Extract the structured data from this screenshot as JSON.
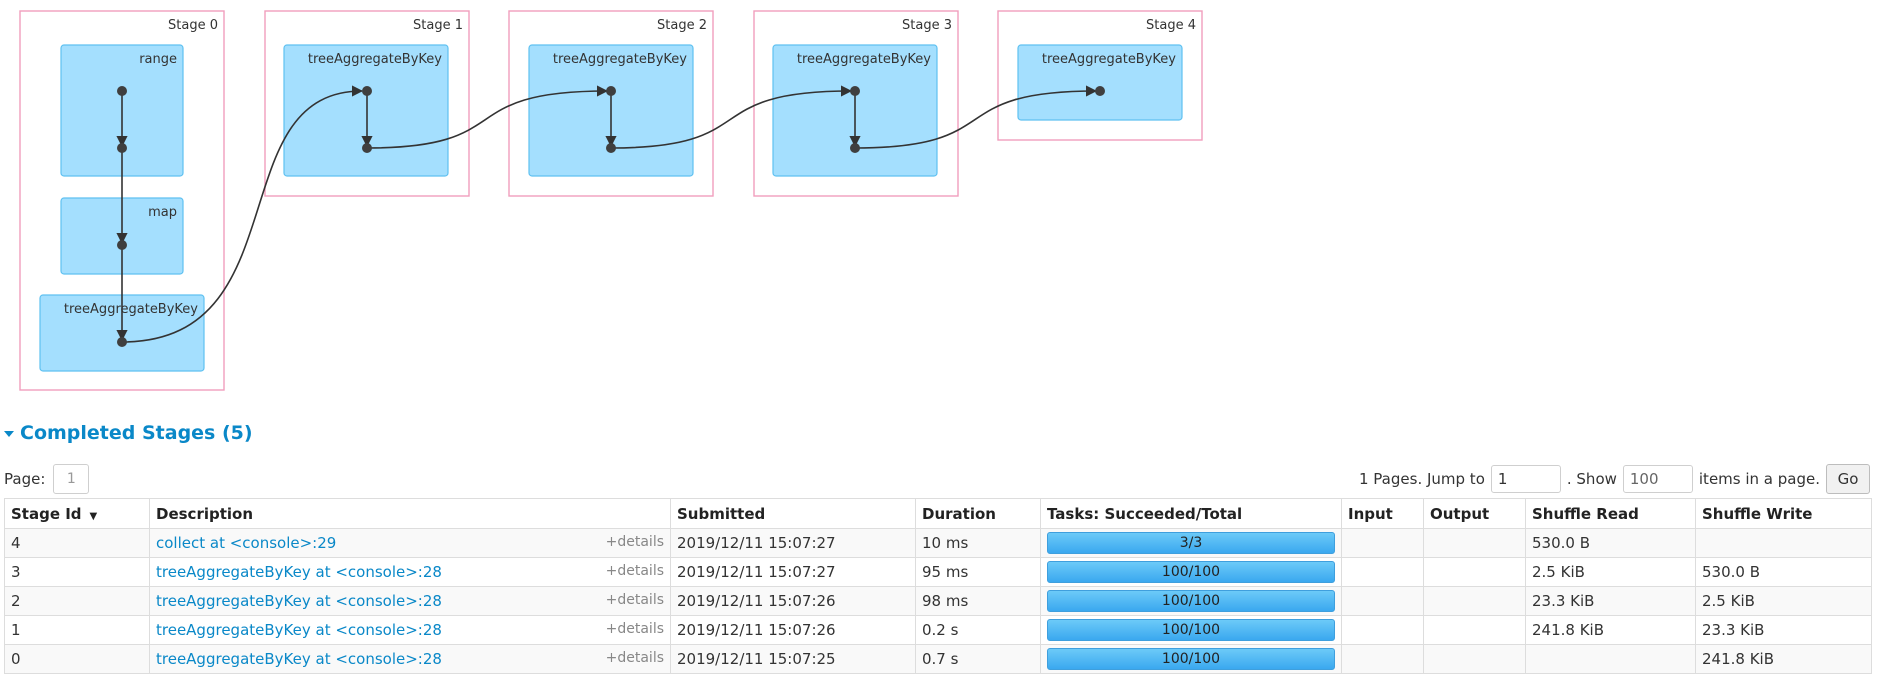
{
  "dag": {
    "stages": [
      {
        "label": "Stage 0",
        "ops": [
          "range",
          "map",
          "treeAggregateByKey"
        ]
      },
      {
        "label": "Stage 1",
        "ops": [
          "treeAggregateByKey"
        ]
      },
      {
        "label": "Stage 2",
        "ops": [
          "treeAggregateByKey"
        ]
      },
      {
        "label": "Stage 3",
        "ops": [
          "treeAggregateByKey"
        ]
      },
      {
        "label": "Stage 4",
        "ops": [
          "treeAggregateByKey"
        ]
      }
    ]
  },
  "completed_stages": {
    "title": "Completed Stages (5)"
  },
  "pager": {
    "page_label": "Page:",
    "page_value": "1",
    "pages_text": "1 Pages. Jump to",
    "jump_value": "1",
    "show_text": ". Show",
    "show_value": "100",
    "items_text": "items in a page.",
    "go_label": "Go"
  },
  "table": {
    "headers": [
      "Stage Id",
      "Description",
      "Submitted",
      "Duration",
      "Tasks: Succeeded/Total",
      "Input",
      "Output",
      "Shuffle Read",
      "Shuffle Write"
    ],
    "sort_arrow": "▼",
    "details_label": "+details",
    "rows": [
      {
        "id": "4",
        "desc": "collect at <console>:29",
        "submitted": "2019/12/11 15:07:27",
        "duration": "10 ms",
        "tasks": "3/3",
        "progress": 1.0,
        "input": "",
        "output": "",
        "read": "530.0 B",
        "write": ""
      },
      {
        "id": "3",
        "desc": "treeAggregateByKey at <console>:28",
        "submitted": "2019/12/11 15:07:27",
        "duration": "95 ms",
        "tasks": "100/100",
        "progress": 1.0,
        "input": "",
        "output": "",
        "read": "2.5 KiB",
        "write": "530.0 B"
      },
      {
        "id": "2",
        "desc": "treeAggregateByKey at <console>:28",
        "submitted": "2019/12/11 15:07:26",
        "duration": "98 ms",
        "tasks": "100/100",
        "progress": 1.0,
        "input": "",
        "output": "",
        "read": "23.3 KiB",
        "write": "2.5 KiB"
      },
      {
        "id": "1",
        "desc": "treeAggregateByKey at <console>:28",
        "submitted": "2019/12/11 15:07:26",
        "duration": "0.2 s",
        "tasks": "100/100",
        "progress": 1.0,
        "input": "",
        "output": "",
        "read": "241.8 KiB",
        "write": "23.3 KiB"
      },
      {
        "id": "0",
        "desc": "treeAggregateByKey at <console>:28",
        "submitted": "2019/12/11 15:07:25",
        "duration": "0.7 s",
        "tasks": "100/100",
        "progress": 1.0,
        "input": "",
        "output": "",
        "read": "",
        "write": "241.8 KiB"
      }
    ]
  }
}
